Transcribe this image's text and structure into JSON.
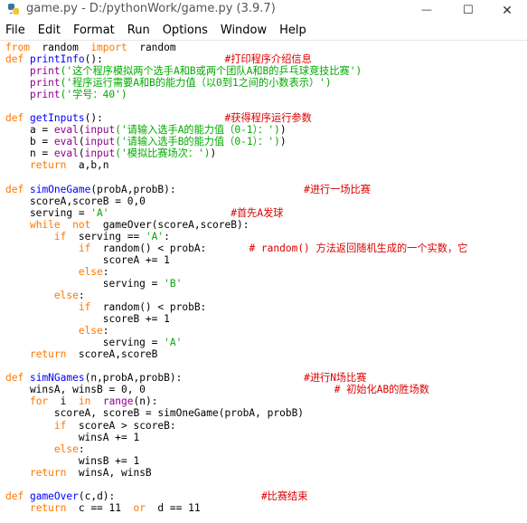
{
  "window": {
    "title": "game.py - D:/pythonWork/game.py (3.9.7)",
    "controls": {
      "minimize": "—",
      "maximize": "☐",
      "close": "✕"
    }
  },
  "menu": [
    "File",
    "Edit",
    "Format",
    "Run",
    "Options",
    "Window",
    "Help"
  ],
  "colors": {
    "keyword": "#ff7700",
    "builtin": "#900090",
    "string": "#00aa00",
    "comment": "#dd0000",
    "definition": "#0000ff"
  },
  "code": {
    "lines": [
      [
        [
          "kw",
          "from"
        ],
        [
          "",
          "  random  "
        ],
        [
          "kw",
          "import"
        ],
        [
          "",
          "  random"
        ]
      ],
      [
        [
          "kw",
          "def"
        ],
        [
          "",
          ""
        ],
        [
          "df",
          "printInfo"
        ],
        [
          "",
          "():                    "
        ],
        [
          "cm",
          "#打印程序介绍信息"
        ]
      ],
      [
        [
          "",
          "    "
        ],
        [
          "bi",
          "print"
        ],
        [
          "",
          ""
        ],
        [
          "str",
          "('这个程序模拟两个选手A和B或两个团队A和B的乒乓球竞技比赛')"
        ]
      ],
      [
        [
          "",
          "    "
        ],
        [
          "bi",
          "print"
        ],
        [
          "",
          ""
        ],
        [
          "str",
          "('程序运行需要A和B的能力值（以0到1之间的小数表示）')"
        ]
      ],
      [
        [
          "",
          "    "
        ],
        [
          "bi",
          "print"
        ],
        [
          "",
          ""
        ],
        [
          "str",
          "('学号：40')"
        ]
      ],
      [
        [
          "",
          ""
        ]
      ],
      [
        [
          "kw",
          "def"
        ],
        [
          "",
          ""
        ],
        [
          "df",
          "getInputs"
        ],
        [
          "",
          "():                    "
        ],
        [
          "cm",
          "#获得程序运行参数"
        ]
      ],
      [
        [
          "",
          "    a = "
        ],
        [
          "bi",
          "eval"
        ],
        [
          "",
          "("
        ],
        [
          "bi",
          "input"
        ],
        [
          "str",
          "('请输入选手A的能力值（0-1）：')"
        ],
        [
          "",
          ")"
        ]
      ],
      [
        [
          "",
          "    b = "
        ],
        [
          "bi",
          "eval"
        ],
        [
          "",
          "("
        ],
        [
          "bi",
          "input"
        ],
        [
          "str",
          "('请输入选手B的能力值（0-1）：')"
        ],
        [
          "",
          ")"
        ]
      ],
      [
        [
          "",
          "    n = "
        ],
        [
          "bi",
          "eval"
        ],
        [
          "",
          "("
        ],
        [
          "bi",
          "input"
        ],
        [
          "str",
          "('模拟比赛场次：')"
        ],
        [
          "",
          ")"
        ]
      ],
      [
        [
          "",
          "    "
        ],
        [
          "kw",
          "return"
        ],
        [
          "",
          "  a,b,n"
        ]
      ],
      [
        [
          "",
          ""
        ]
      ],
      [
        [
          "kw",
          "def"
        ],
        [
          "",
          ""
        ],
        [
          "df",
          "simOneGame"
        ],
        [
          "",
          "(probA,probB):                     "
        ],
        [
          "cm",
          "#进行一场比赛"
        ]
      ],
      [
        [
          "",
          "    scoreA,scoreB = 0,0"
        ]
      ],
      [
        [
          "",
          "    serving = "
        ],
        [
          "str",
          "'A'"
        ],
        [
          "",
          "                    "
        ],
        [
          "cm",
          "#首先A发球"
        ]
      ],
      [
        [
          "",
          "    "
        ],
        [
          "kw",
          "while"
        ],
        [
          "",
          "  "
        ],
        [
          "kw",
          "not"
        ],
        [
          "",
          "  gameOver(scoreA,scoreB):"
        ]
      ],
      [
        [
          "",
          "        "
        ],
        [
          "kw",
          "if"
        ],
        [
          "",
          "  serving == "
        ],
        [
          "str",
          "'A'"
        ],
        [
          "",
          ":"
        ]
      ],
      [
        [
          "",
          "            "
        ],
        [
          "kw",
          "if"
        ],
        [
          "",
          "  random() < probA:       "
        ],
        [
          "cm",
          "# random() 方法返回随机生成的一个实数，它"
        ]
      ],
      [
        [
          "",
          "                scoreA += 1"
        ]
      ],
      [
        [
          "",
          "            "
        ],
        [
          "kw",
          "else"
        ],
        [
          "",
          ":"
        ]
      ],
      [
        [
          "",
          "                serving = "
        ],
        [
          "str",
          "'B'"
        ]
      ],
      [
        [
          "",
          "        "
        ],
        [
          "kw",
          "else"
        ],
        [
          "",
          ":"
        ]
      ],
      [
        [
          "",
          "            "
        ],
        [
          "kw",
          "if"
        ],
        [
          "",
          "  random() < probB:"
        ]
      ],
      [
        [
          "",
          "                scoreB += 1"
        ]
      ],
      [
        [
          "",
          "            "
        ],
        [
          "kw",
          "else"
        ],
        [
          "",
          ":"
        ]
      ],
      [
        [
          "",
          "                serving = "
        ],
        [
          "str",
          "'A'"
        ]
      ],
      [
        [
          "",
          "    "
        ],
        [
          "kw",
          "return"
        ],
        [
          "",
          "  scoreA,scoreB"
        ]
      ],
      [
        [
          "",
          ""
        ]
      ],
      [
        [
          "kw",
          "def"
        ],
        [
          "",
          ""
        ],
        [
          "df",
          "simNGames"
        ],
        [
          "",
          "(n,probA,probB):                    "
        ],
        [
          "cm",
          "#进行N场比赛"
        ]
      ],
      [
        [
          "",
          "    winsA, winsB = 0, 0                               "
        ],
        [
          "cm",
          "# 初始化AB的胜场数"
        ]
      ],
      [
        [
          "",
          "    "
        ],
        [
          "kw",
          "for"
        ],
        [
          "",
          "  i  "
        ],
        [
          "kw",
          "in"
        ],
        [
          "",
          "  "
        ],
        [
          "bi",
          "range"
        ],
        [
          "",
          "(n):"
        ]
      ],
      [
        [
          "",
          "        scoreA, scoreB = simOneGame(probA, probB)"
        ]
      ],
      [
        [
          "",
          "        "
        ],
        [
          "kw",
          "if"
        ],
        [
          "",
          "  scoreA > scoreB:"
        ]
      ],
      [
        [
          "",
          "            winsA += 1"
        ]
      ],
      [
        [
          "",
          "        "
        ],
        [
          "kw",
          "else"
        ],
        [
          "",
          ":"
        ]
      ],
      [
        [
          "",
          "            winsB += 1"
        ]
      ],
      [
        [
          "",
          "    "
        ],
        [
          "kw",
          "return"
        ],
        [
          "",
          "  winsA, winsB"
        ]
      ],
      [
        [
          "",
          ""
        ]
      ],
      [
        [
          "kw",
          "def"
        ],
        [
          "",
          ""
        ],
        [
          "df",
          "gameOver"
        ],
        [
          "",
          "(c,d):                        "
        ],
        [
          "cm",
          "#比赛结束"
        ]
      ],
      [
        [
          "",
          "    "
        ],
        [
          "kw",
          "return"
        ],
        [
          "",
          "  c == 11  "
        ],
        [
          "kw",
          "or"
        ],
        [
          "",
          "  d == 11"
        ]
      ]
    ]
  }
}
